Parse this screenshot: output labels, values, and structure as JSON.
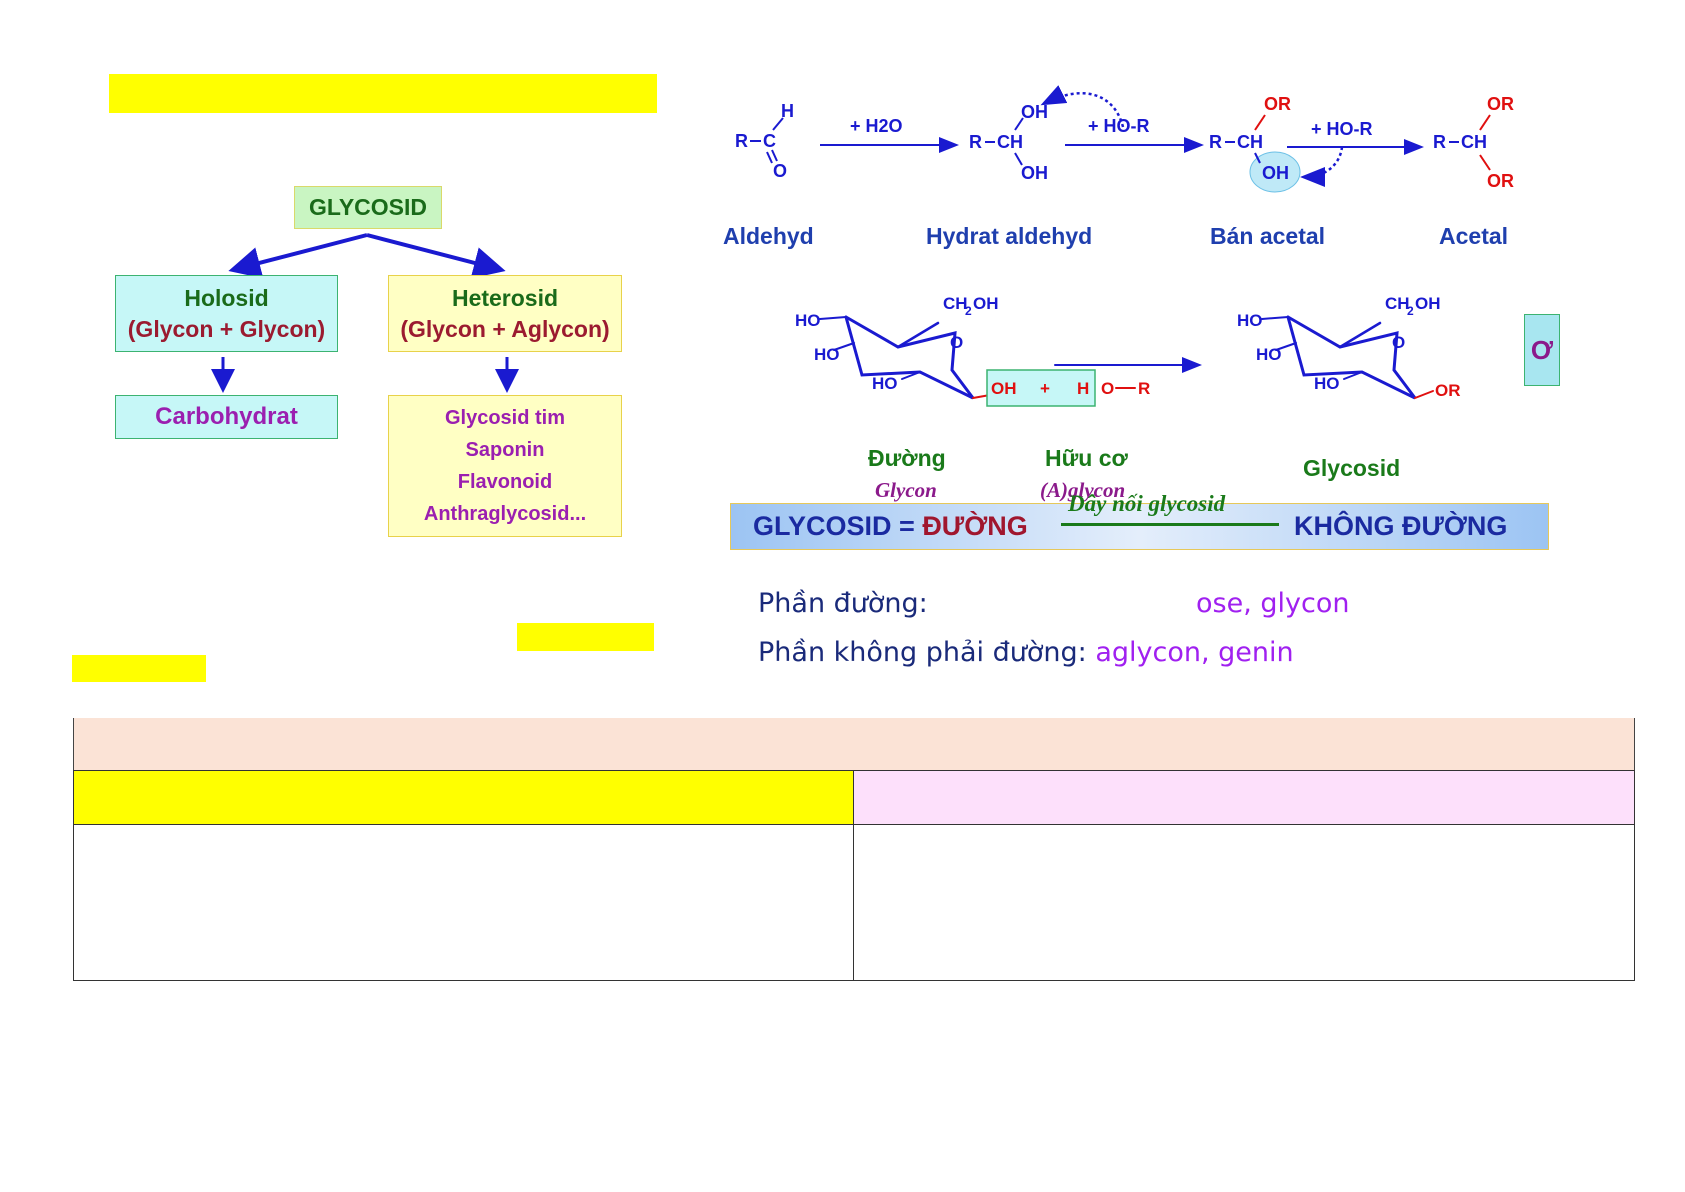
{
  "tree": {
    "root": "GLYCOSID",
    "holosid": {
      "title": "Holosid",
      "subtitle": "(Glycon + Glycon)",
      "child": "Carbohydrat"
    },
    "heterosid": {
      "title": "Heterosid",
      "subtitle": "(Glycon + Aglycon)",
      "children": [
        "Glycosid tim",
        "Saponin",
        "Flavonoid",
        "Anthraglycosid..."
      ]
    }
  },
  "reaction": {
    "aldehyd": "Aldehyd",
    "hydrat": "Hydrat aldehyd",
    "ban_acetal": "Bán acetal",
    "acetal": "Acetal",
    "reagent1": "+ H2O",
    "reagent2": "+ HO-R",
    "reagent3": "+ HO-R"
  },
  "glycosidation": {
    "duong": "Đường",
    "glycon": "Glycon",
    "huu_co": "Hữu cơ",
    "aglycon": "(A)glycon",
    "product": "Glycosid",
    "partial_box": "Ơ"
  },
  "banner": {
    "left": "GLYCOSID = ",
    "duong": "ĐƯỜNG",
    "bond": "Dây nối glycosid",
    "right": "KHÔNG ĐƯỜNG"
  },
  "definitions": {
    "sugar_label": "Phần đường:",
    "sugar_value": "ose, glycon",
    "non_sugar_label": "Phần không phải đường:",
    "non_sugar_value": "aglycon, genin"
  },
  "colors": {
    "highlight": "#ffff00",
    "table_header": "#fbe3d6",
    "table_right_head": "#fde0fb",
    "arrow_blue": "#1a1ad0",
    "oxygen_red": "#e01010"
  }
}
